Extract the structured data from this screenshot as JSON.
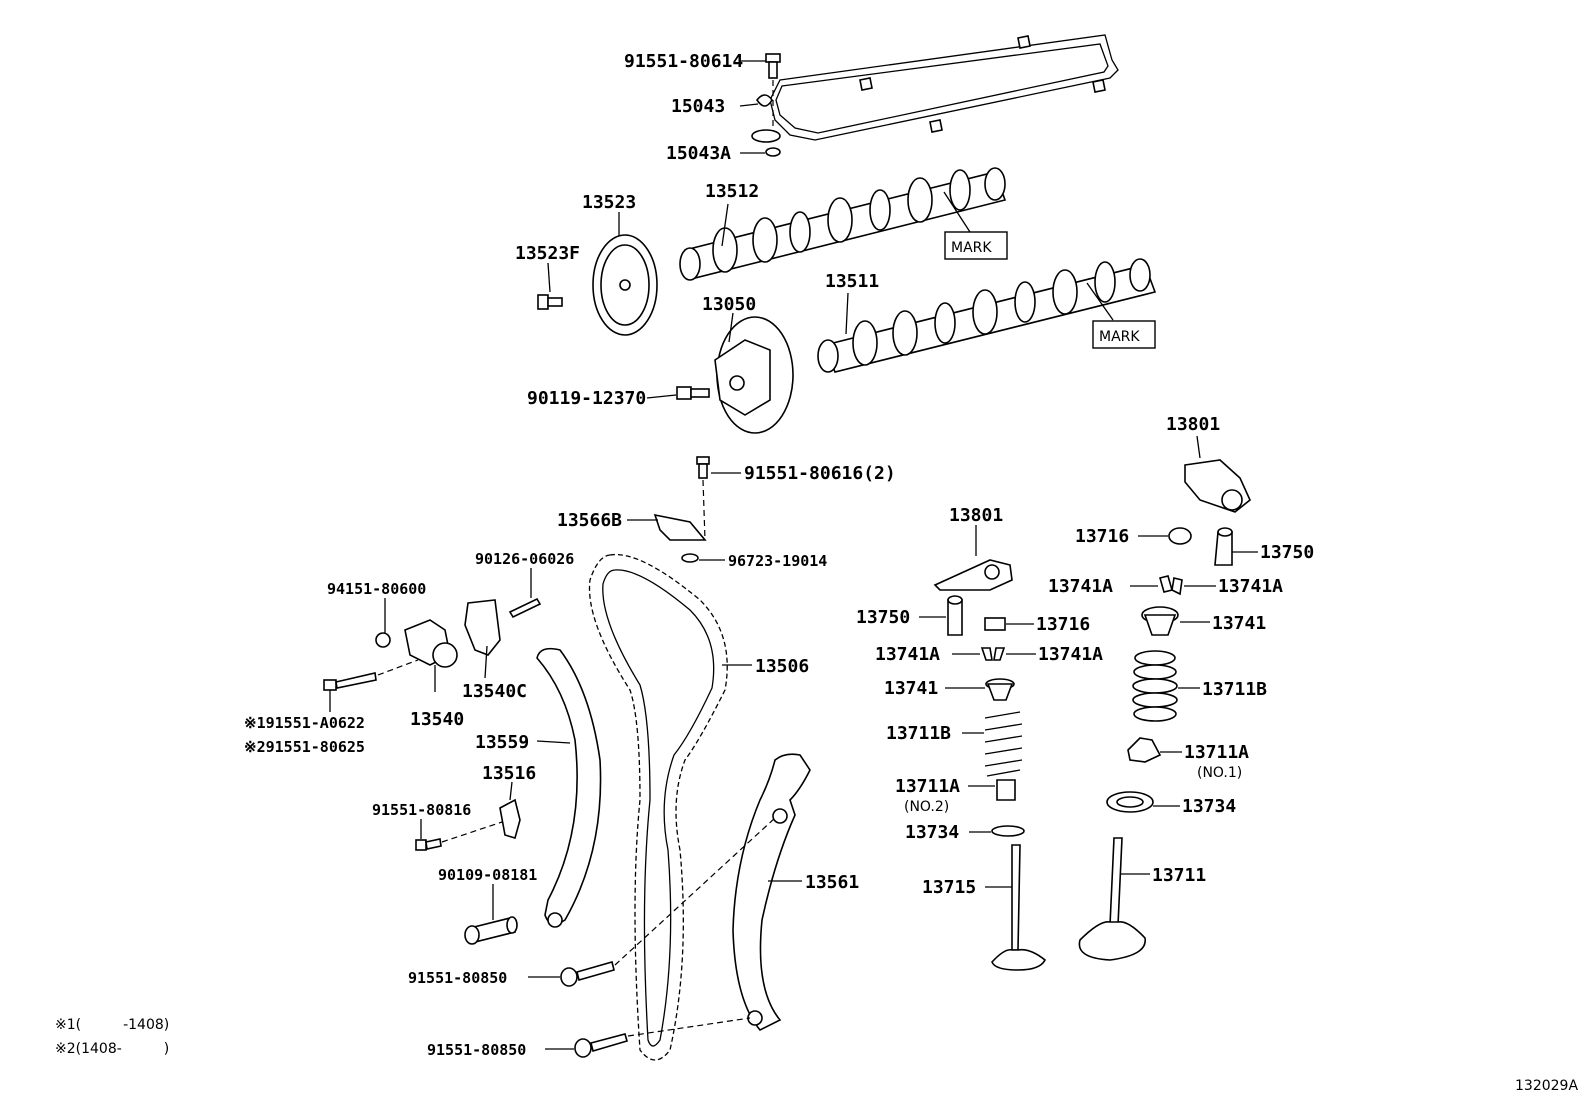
{
  "diagram_id": "132029A",
  "labels": {
    "p91551_80614": "91551-80614",
    "p15043": "15043",
    "p15043A": "15043A",
    "p13523": "13523",
    "p13512": "13512",
    "p13523F": "13523F",
    "p13511": "13511",
    "p13050": "13050",
    "p90119_12370": "90119-12370",
    "p13801_a": "13801",
    "p91551_80616": "91551-80616(2)",
    "p13566B": "13566B",
    "p96723_19014": "96723-19014",
    "p90126_06026": "90126-06026",
    "p94151_80600": "94151-80600",
    "p13540C": "13540C",
    "p13540": "13540",
    "p91551_A0622": "※191551-A0622",
    "p91551_80625": "※291551-80625",
    "p13506": "13506",
    "p13559": "13559",
    "p13516": "13516",
    "p91551_80816": "91551-80816",
    "p90109_08181": "90109-08181",
    "p13561": "13561",
    "p91551_80850_a": "91551-80850",
    "p91551_80850_b": "91551-80850",
    "p13801_b": "13801",
    "p13716_a": "13716",
    "p13750_a": "13750",
    "p13741A_a": "13741A",
    "p13741A_b": "13741A",
    "p13741_a": "13741",
    "p13750_b": "13750",
    "p13716_b": "13716",
    "p13741A_c": "13741A",
    "p13741A_d": "13741A",
    "p13741_b": "13741",
    "p13711B_a": "13711B",
    "p13711B_b": "13711B",
    "p13711A_a": "13711A",
    "p13711A_b": "13711A",
    "no1": "(NO.1)",
    "no2": "(NO.2)",
    "p13734_a": "13734",
    "p13734_b": "13734",
    "p13715": "13715",
    "p13711": "13711",
    "mark_a": "MARK",
    "mark_b": "MARK"
  },
  "notes": {
    "note1": "※1(　　　-1408)",
    "note2": "※2(1408-　　　)"
  }
}
